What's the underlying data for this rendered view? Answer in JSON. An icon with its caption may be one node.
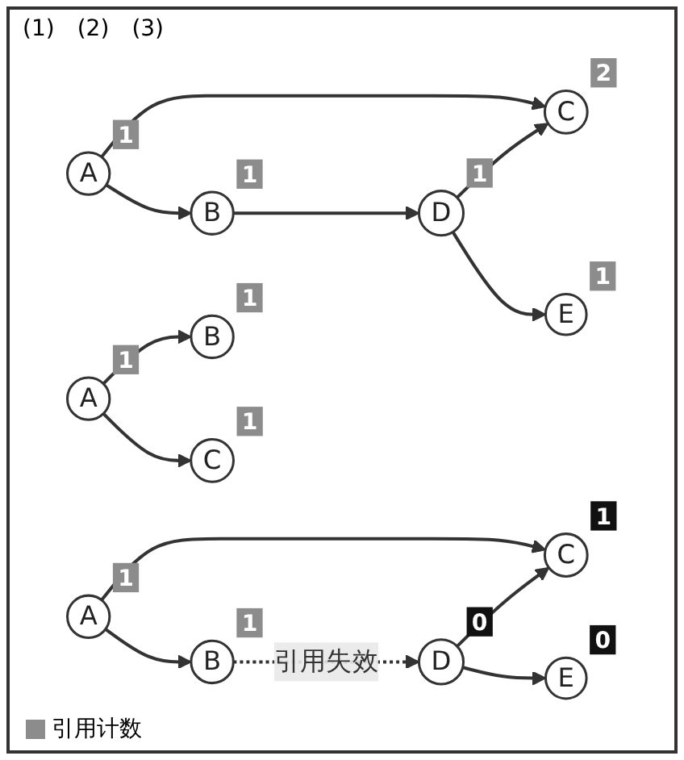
{
  "diagram": {
    "nodes": [
      {
        "text": [
          "A"
        ],
        "beside": [
          "1"
        ]
      },
      {
        "text": [
          "B"
        ],
        "beside": [
          "1"
        ]
      },
      {
        "text": [
          "C"
        ],
        "beside": [
          "2"
        ]
      },
      {
        "text": [
          "D"
        ],
        "beside": [
          "1"
        ]
      },
      {
        "text": [
          "E"
        ],
        "beside": [
          "1"
        ]
      },
      {
        "text": [
          "A"
        ],
        "beside": [
          "1"
        ]
      },
      {
        "text": [
          "B"
        ],
        "beside": [
          "1"
        ]
      },
      {
        "text": [
          "C"
        ],
        "beside": [
          "1"
        ]
      },
      {
        "text": [
          "D"
        ],
        "beside": [
          "0"
        ]
      },
      {
        "text": [
          "E"
        ],
        "beside": [
          "0"
        ]
      },
      {
        "text": [
          "A"
        ],
        "beside": [
          "1"
        ]
      },
      {
        "text": [
          "B"
        ],
        "beside": [
          "1"
        ]
      },
      {
        "text": [
          "C"
        ],
        "beside": [
          "1"
        ]
      }
    ],
    "edges": [
      {
        "from": 0,
        "to": 1,
        "arrow": "to"
      },
      {
        "from": 1,
        "to": 3,
        "arrow": "to"
      },
      {
        "from": 0,
        "to": 2,
        "arrow": "to"
      },
      {
        "from": 3,
        "to": 2,
        "arrow": "to"
      },
      {
        "from": 3,
        "to": 4,
        "arrow": "to"
      },
      {
        "from": 5,
        "to": 6,
        "arrow": "to"
      },
      {
        "from": 6,
        "to": 8,
        "arrow": "to",
        "style": "dashed",
        "label": "引用失效"
      },
      {
        "from": 5,
        "to": 7,
        "arrow": "to"
      },
      {
        "from": 8,
        "to": 7,
        "arrow": "to"
      },
      {
        "from": 8,
        "to": 9,
        "arrow": "to"
      },
      {
        "from": 10,
        "to": 11,
        "arrow": "to"
      },
      {
        "from": 10,
        "to": 12,
        "arrow": "to"
      }
    ],
    "labels": [
      "(1)",
      "(2)",
      "(3)"
    ],
    "legend": [
      {
        "text": "引用计数",
        "color": "#8c8c8c"
      }
    ]
  }
}
